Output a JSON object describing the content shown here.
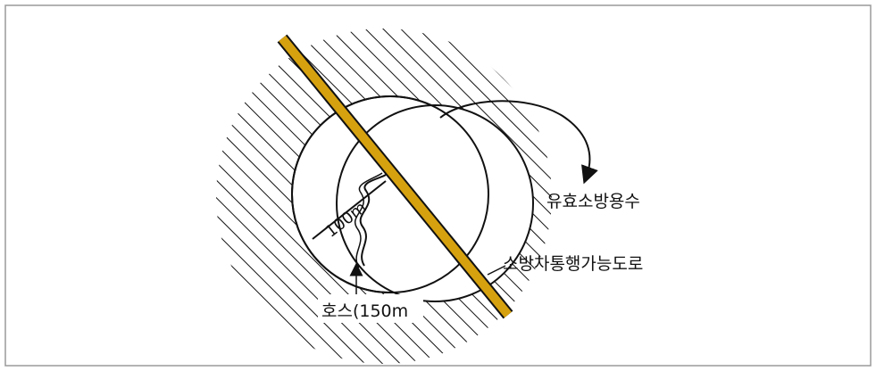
{
  "labels": {
    "radius_label": "100m",
    "effective_water": "유효소방용수",
    "fire_truck_road": "소방차통행가능도로",
    "hose_label": "호스(150m"
  },
  "colors": {
    "road_fill": "#d6a10f",
    "frame": "#9a9a9a",
    "ink": "#111111",
    "background": "#ffffff"
  }
}
